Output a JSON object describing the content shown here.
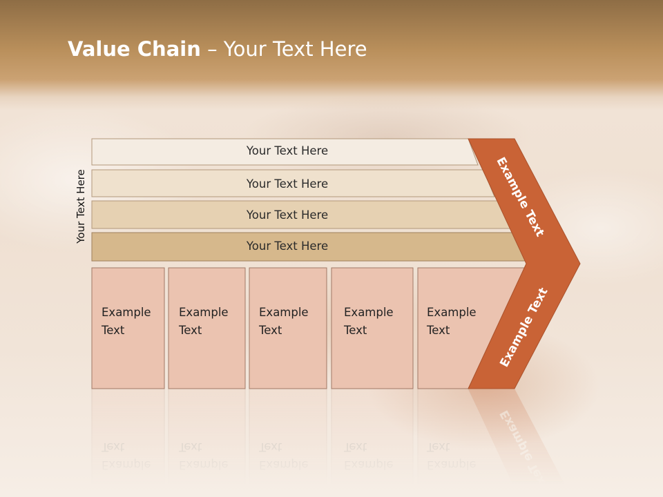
{
  "title": {
    "bold": "Value Chain",
    "rest": " – Your Text Here"
  },
  "side_label": "Your Text Here",
  "header_rows": [
    {
      "label": "Your Text Here",
      "color": "#f4ece2"
    },
    {
      "label": "Your Text Here",
      "color": "#efe1cd"
    },
    {
      "label": "Your Text Here",
      "color": "#e6d1b2"
    },
    {
      "label": "Your Text Here",
      "color": "#d6b88c"
    }
  ],
  "columns": [
    {
      "line1": "Example",
      "line2": "Text"
    },
    {
      "line1": "Example",
      "line2": "Text"
    },
    {
      "line1": "Example",
      "line2": "Text"
    },
    {
      "line1": "Example",
      "line2": "Text"
    },
    {
      "line1": "Example",
      "line2": "Text"
    }
  ],
  "chevron": {
    "top_label": "Example Text",
    "bottom_label": "Example Text",
    "color": "#c96336"
  },
  "colors": {
    "column_fill": "#ebc3b0",
    "column_stroke": "#a07866"
  }
}
